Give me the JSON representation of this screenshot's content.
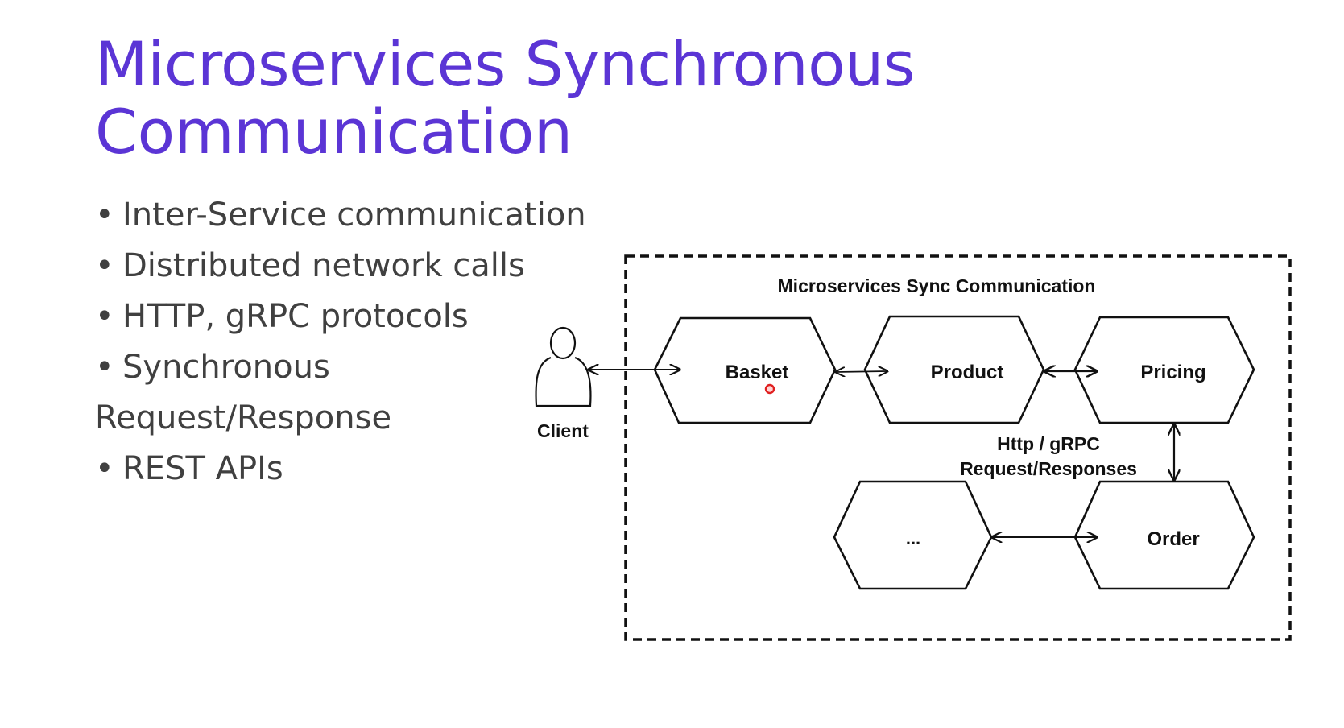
{
  "slide": {
    "title": "Microservices Synchronous Communication",
    "bullets": [
      {
        "text": "Inter-Service communication",
        "bulleted": true
      },
      {
        "text": "Distributed network calls",
        "bulleted": true
      },
      {
        "text": "HTTP, gRPC protocols",
        "bulleted": true
      },
      {
        "text": "Synchronous",
        "bulleted": true
      },
      {
        "text": "Request/Response",
        "bulleted": false
      },
      {
        "text": "REST APIs",
        "bulleted": true
      }
    ],
    "bullet_symbol": "•"
  },
  "diagram": {
    "title": "Microservices Sync Communication",
    "client_label": "Client",
    "nodes": {
      "basket": "Basket",
      "product": "Product",
      "pricing": "Pricing",
      "order": "Order",
      "more": "..."
    },
    "edge_label_line1": "Http / gRPC",
    "edge_label_line2": "Request/Responses"
  },
  "colors": {
    "title": "#5b35d5",
    "body_text": "#404040",
    "diagram_ink": "#111111",
    "cursor": "#e02020"
  }
}
